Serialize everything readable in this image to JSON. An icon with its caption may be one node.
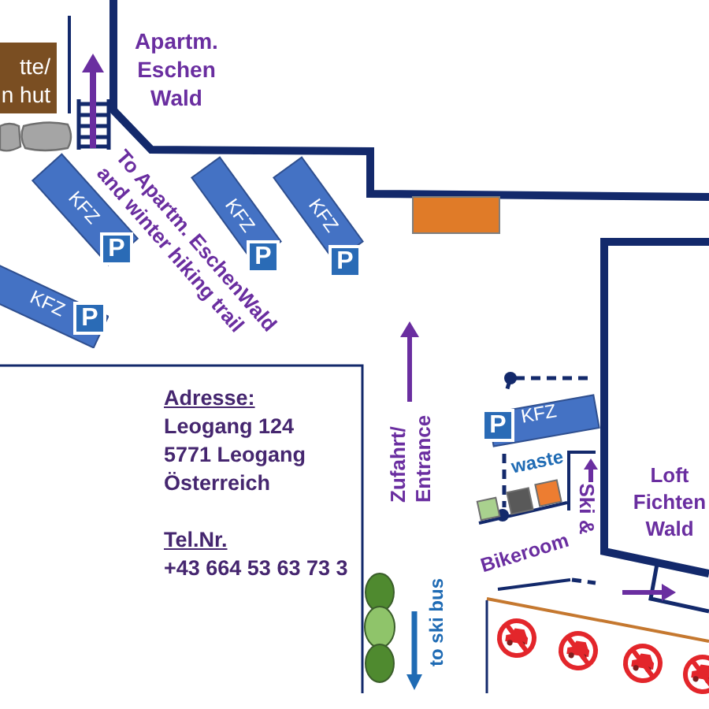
{
  "diagram": {
    "nodes": [
      {
        "text": [
          "tte/ n hut"
        ]
      },
      {
        "text": [
          "KFZ",
          "P"
        ]
      },
      {
        "text": [
          "KFZ",
          "P"
        ]
      },
      {
        "text": [
          "KFZ",
          "P"
        ]
      },
      {
        "text": [
          "KFZ",
          "P"
        ]
      },
      {
        "text": [
          "Loft Fichten Wald"
        ]
      },
      {
        "text": [
          "KFZ",
          "P"
        ]
      }
    ],
    "labels": [
      "Apartm. Eschen Wald",
      "To Apartm. EschenWald and winter hiking trail",
      "Zufahrt/ Entrance",
      "Adresse:",
      "Leogang 124",
      "5771 Leogang",
      "Österreich",
      "waste",
      "Ski &",
      "Bikeroom",
      "Tel.Nr.",
      "+43 664 53 63 73 3",
      "to ski bus"
    ]
  }
}
